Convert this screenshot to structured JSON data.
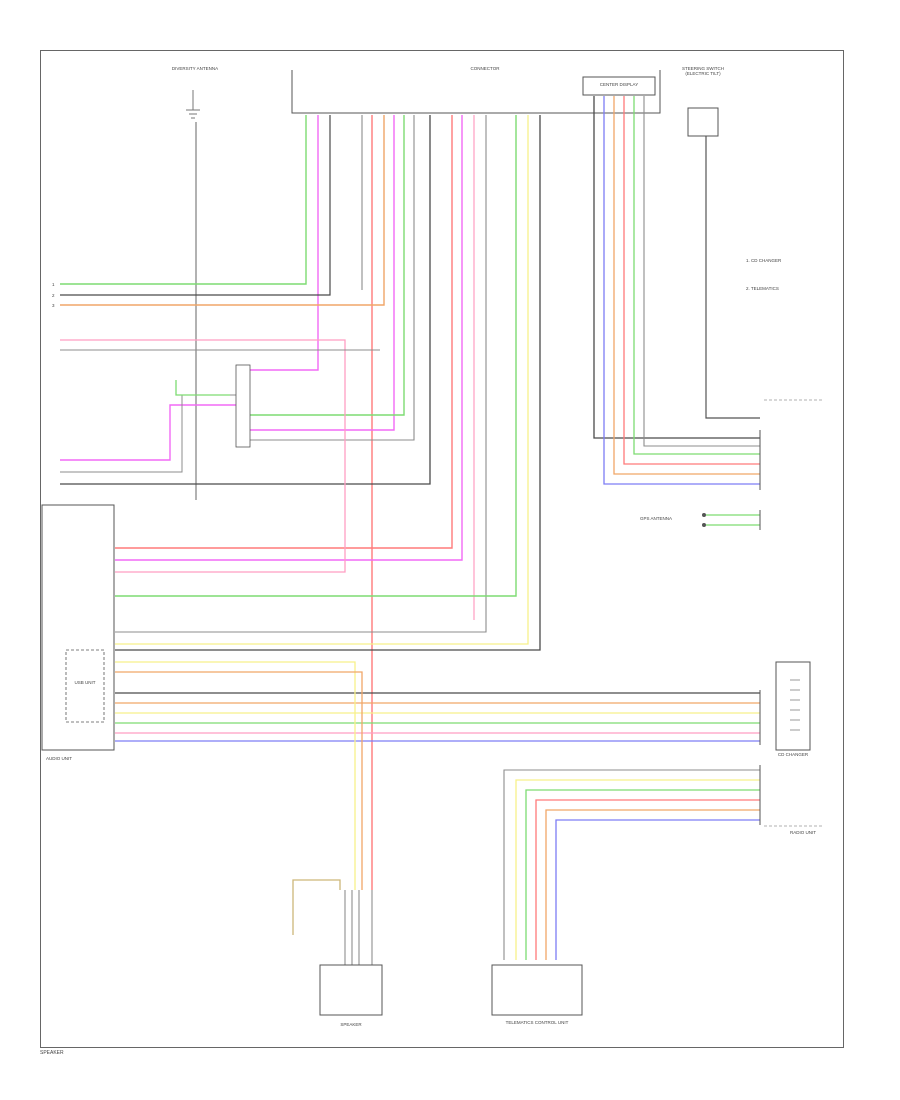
{
  "colors": {
    "green": "#7ddc72",
    "gray": "#8d8d8d",
    "black": "#4a4a4a",
    "orange": "#f0a668",
    "red": "#ff7a7a",
    "pink": "#ff9ec2",
    "magenta": "#f26af5",
    "yellow": "#f7f08a",
    "blue": "#7d7df5",
    "tan": "#cdb679",
    "outline": "#555555"
  },
  "components": {
    "antenna": "DIVERSITY ANTENNA",
    "audio_unit": "AUDIO UNIT",
    "connector": "CONNECTOR",
    "center_display": "CENTER DISPLAY",
    "usb_unit": "USB UNIT",
    "radio_unit": "RADIO UNIT",
    "cd_changer": "CD CHANGER",
    "steering_switch_title": "STEERING SWITCH",
    "steering_switch_note": "(ELECTRIC TILT)",
    "speaker": "SPEAKER",
    "telematics": "TELEMATICS CONTROL UNIT",
    "gps_antenna": "GPS ANTENNA",
    "audio_note_1": "1. CD CHANGER",
    "audio_note_2": "2. TELEMATICS",
    "left_legend_1": "1",
    "left_legend_2": "2",
    "left_legend_3": "3",
    "footnote": "SPEAKER"
  }
}
